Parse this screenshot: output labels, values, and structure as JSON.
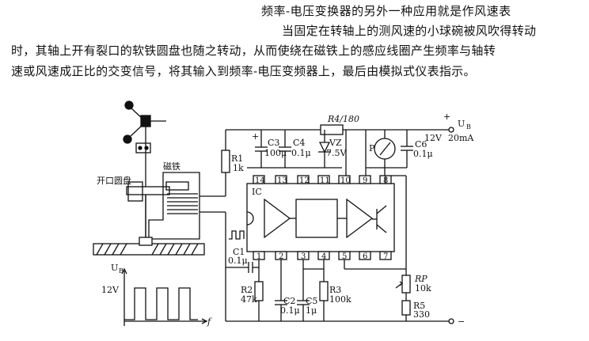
{
  "heading": "频率-电压变换器的另外一种应用就是作风速表",
  "paragraph": {
    "line1": "当固定在转轴上的测风速的小球碗被风吹得转动",
    "line2": "时，其轴上开有裂口的软铁圆盘也随之转动，从而使绕在磁铁上的感应线圈产生频率与轴转",
    "line3": "速或风速成正比的交变信号，将其输入到频率-电压变频器上，最后由模拟式仪表指示。"
  },
  "diagram": {
    "mechanical_labels": {
      "magnet": "磁铁",
      "slotted_disc": "开口圆盘"
    },
    "supply": {
      "ub": "U",
      "ub_sub": "B",
      "voltage": "12V",
      "current": "20mA",
      "plus": "+",
      "minus": "−",
      "r4": "R4/180"
    },
    "components": {
      "r1_name": "R1",
      "r1_val": "1k",
      "c3_name": "C3",
      "c3_val": "100μ",
      "c4_name": "C4",
      "c4_val": "0.1μ",
      "vz_name": "VZ",
      "vz_val": "7.5V",
      "meter": "P",
      "c6_name": "C6",
      "c6_val": "0.1μ",
      "c1_name": "C1",
      "c1_val": "0.1μ",
      "r2_name": "R2",
      "r2_val": "47k",
      "c2_name": "C2",
      "c2_val": "0.1μ",
      "c5_name": "C5",
      "c5_val": "1μ",
      "r3_name": "R3",
      "r3_val": "100k",
      "rp_name": "RP",
      "rp_val": "10k",
      "r5_name": "R5",
      "r5_val": "330",
      "ic": "IC",
      "c3_plus": "+"
    },
    "pins_top": [
      "14",
      "13",
      "12",
      "11",
      "10",
      "9",
      "8"
    ],
    "pins_bottom": [
      "1",
      "2",
      "3",
      "4",
      "5",
      "6",
      "7"
    ],
    "waveform": {
      "y_axis": "U",
      "y_sub": "B",
      "level": "12V",
      "x_axis": "f"
    }
  }
}
